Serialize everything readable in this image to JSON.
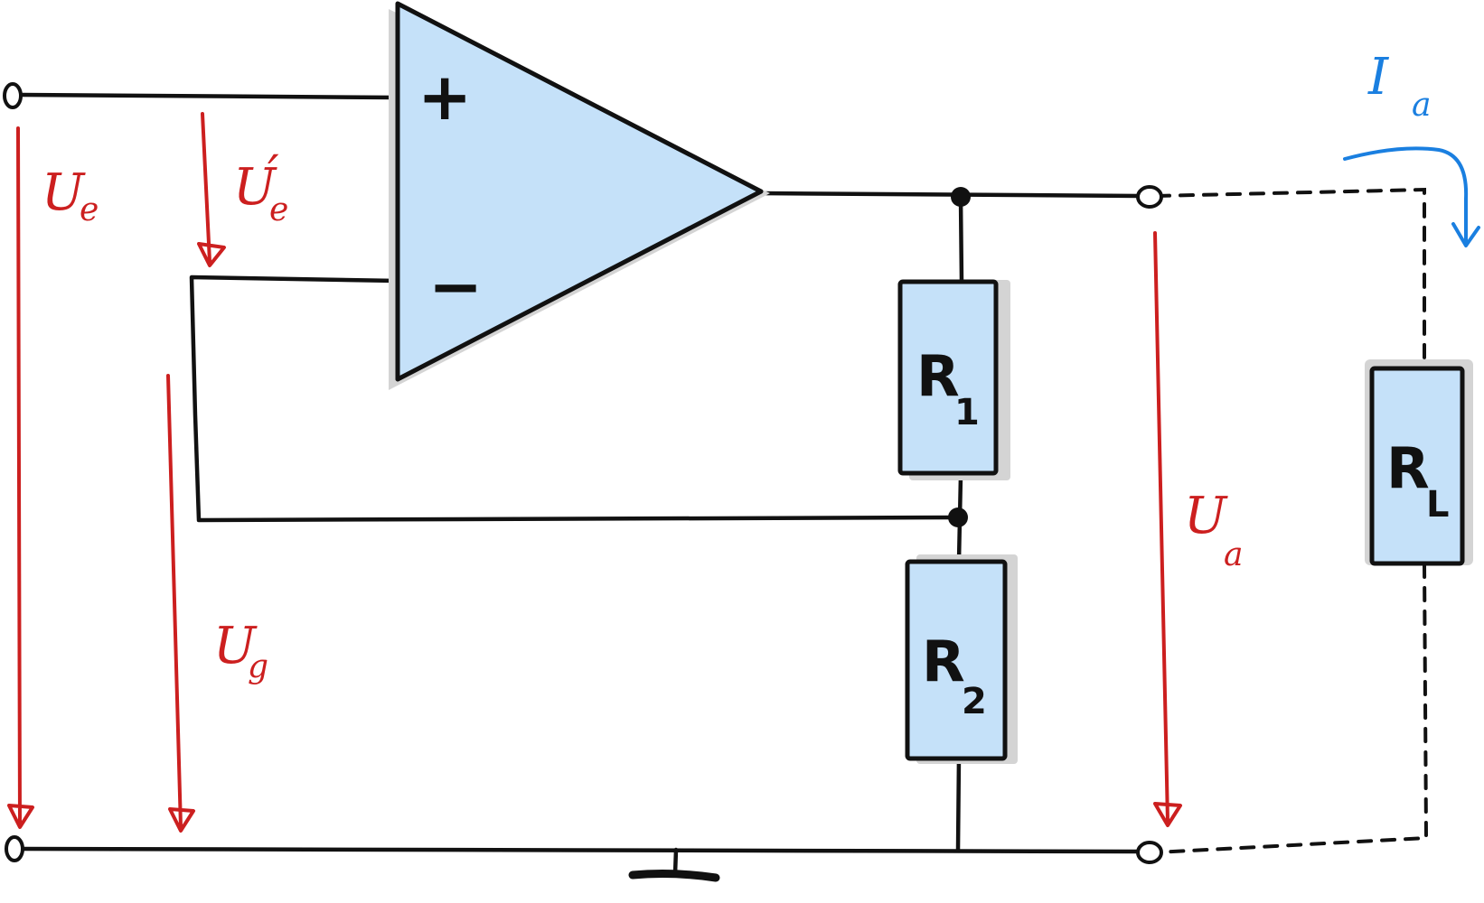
{
  "opamp": {
    "plus_sign": "+",
    "minus_sign": "−"
  },
  "resistors": {
    "r1": {
      "main": "R",
      "sub": "1"
    },
    "r2": {
      "main": "R",
      "sub": "2"
    },
    "rl": {
      "main": "R",
      "sub": "L"
    }
  },
  "voltages": {
    "ue": {
      "main": "U",
      "sub": "e"
    },
    "ue_prime": {
      "main": "U",
      "sub": "e",
      "prime": "′"
    },
    "ug": {
      "main": "U",
      "sub": "g"
    },
    "ua": {
      "main": "U",
      "sub": "a"
    }
  },
  "currents": {
    "ia": {
      "main": "I",
      "sub": "a"
    }
  },
  "colors": {
    "wire": "#111111",
    "component_fill": "#c5e1f9",
    "voltage_arrows": "#cc1f1f",
    "current_arrow": "#1a7fe0"
  }
}
